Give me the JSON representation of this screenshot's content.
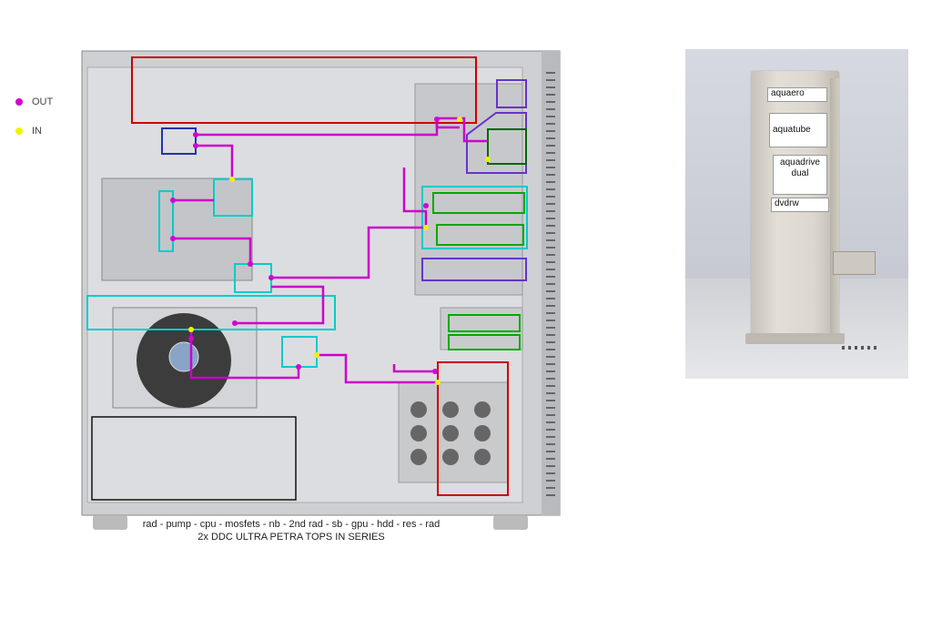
{
  "legend": [
    {
      "label": "OUT",
      "color": "#d400d4"
    },
    {
      "label": "IN",
      "color": "#f2f200"
    }
  ],
  "caption": {
    "line1": "rad - pump - cpu - mosfets - nb - 2nd rad - sb - gpu - hdd - res - rad",
    "line2": "2x DDC ULTRA PETRA TOPS IN SERIES"
  },
  "photo": {
    "bays": {
      "aquaero": "aquaero",
      "aquatube": "aquatube",
      "aquadrive_line1": "aquadrive",
      "aquadrive_line2": "dual",
      "dvdrw": "dvdrw"
    }
  },
  "colors": {
    "tube": "#cc00cc",
    "radiator": "#cc0000",
    "block": "#00cccc",
    "drive_bay": "#00aa00",
    "bay_outline": "#6633cc",
    "psu": "#000000",
    "hose_inlet": "#ffff00"
  }
}
